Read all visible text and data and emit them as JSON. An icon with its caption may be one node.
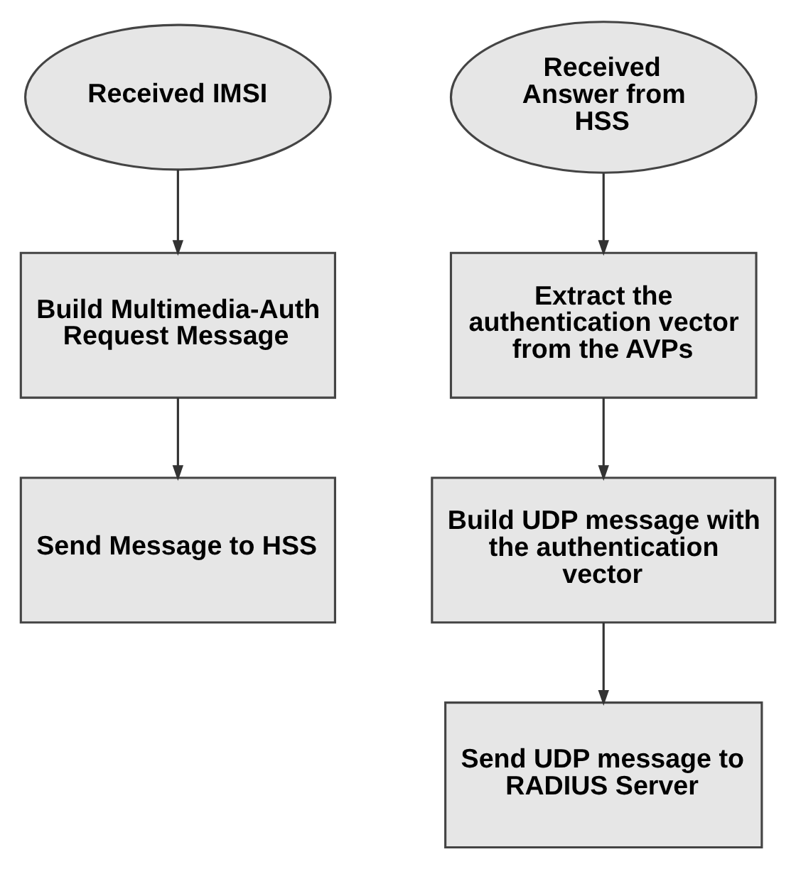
{
  "diagram": {
    "nodes": [
      {
        "text": [
          "Received IMSI"
        ]
      },
      {
        "text": [
          "Build Multimedia-Auth Request Message"
        ]
      },
      {
        "text": [
          "Send Message to HSS"
        ]
      },
      {
        "text": [
          "Received Answer from HSS"
        ]
      },
      {
        "text": [
          "Extract the authentication vector from the AVPs"
        ]
      },
      {
        "text": [
          "Build UDP message with the authentication vector"
        ]
      },
      {
        "text": [
          "Send UDP message to RADIUS Server"
        ]
      }
    ],
    "edges": [
      {
        "from": 0,
        "to": 1,
        "arrow": "to"
      },
      {
        "from": 1,
        "to": 2,
        "arrow": "to"
      },
      {
        "from": 3,
        "to": 4,
        "arrow": "to"
      },
      {
        "from": 4,
        "to": 5,
        "arrow": "to"
      },
      {
        "from": 5,
        "to": 6,
        "arrow": "to"
      }
    ]
  }
}
